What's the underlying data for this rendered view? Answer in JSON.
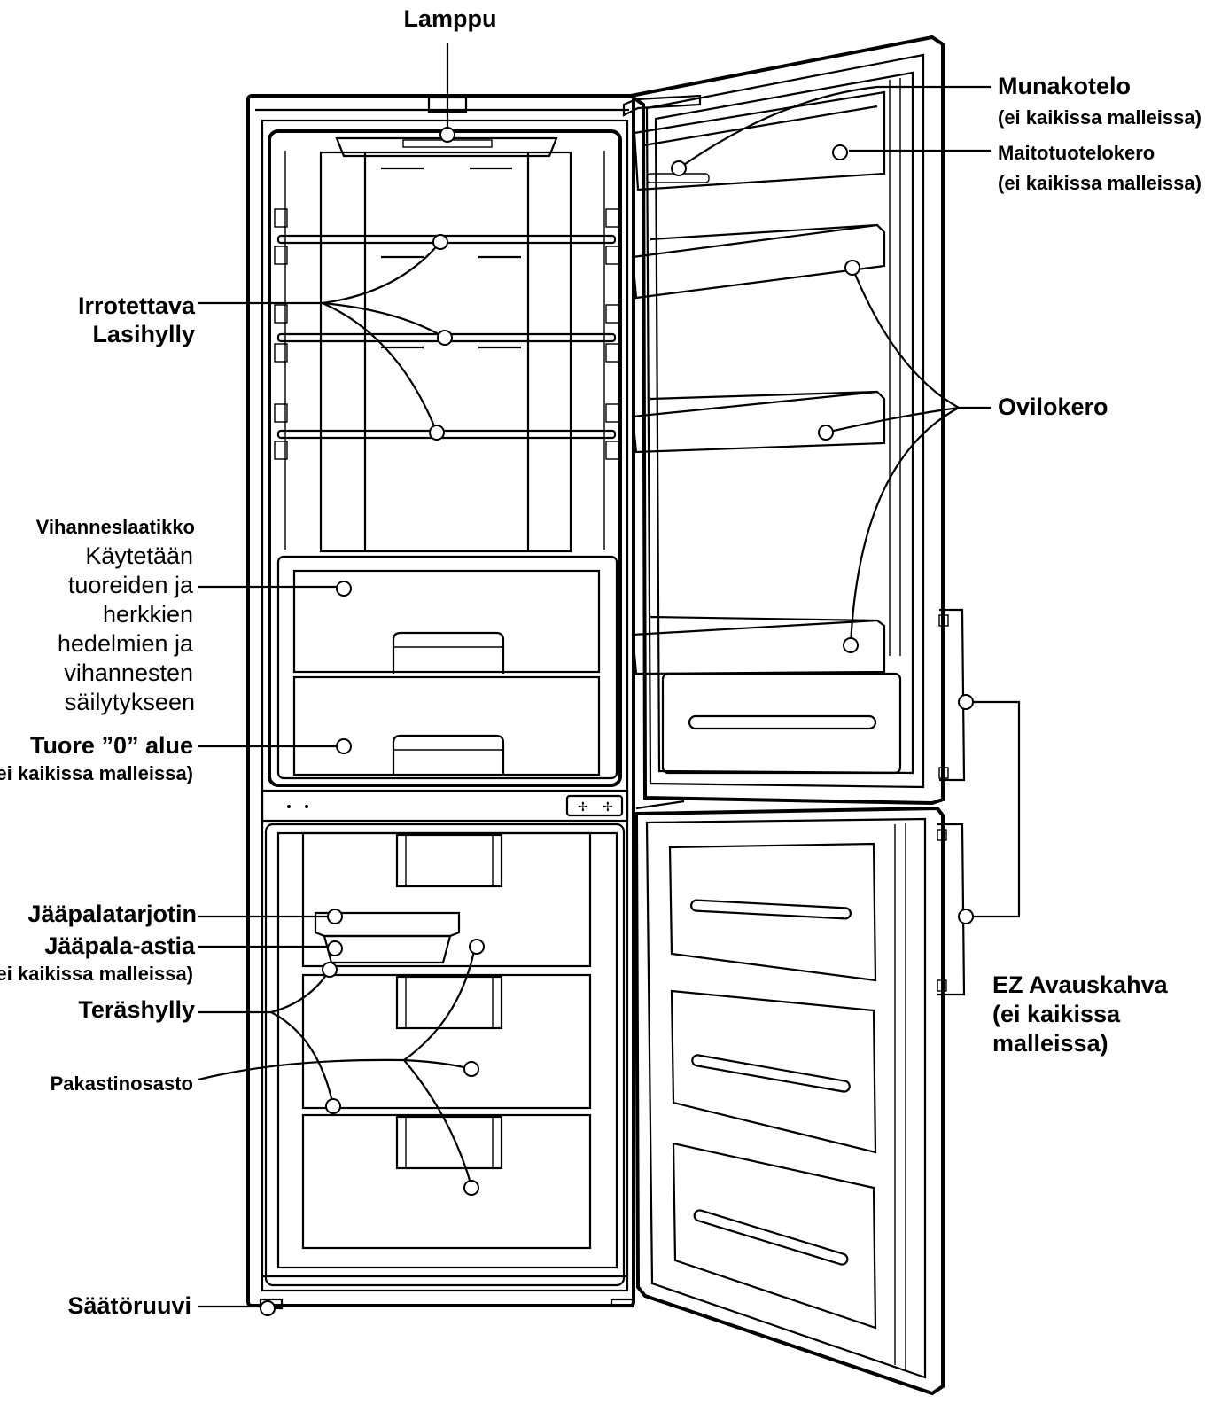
{
  "labels": {
    "lamppu": "Lamppu",
    "munakotelo": "Munakotelo",
    "munakotelo_note": "(ei kaikissa malleissa)",
    "maitotuotelokero": "Maitotuotelokero",
    "maitotuotelokero_note": "(ei kaikissa malleissa)",
    "irrotettava_1": "Irrotettava",
    "irrotettava_2": "Lasihylly",
    "ovilokero": "Ovilokero",
    "vihanneslaatikko": "Vihanneslaatikko",
    "vihannes_desc": [
      "Käytetään",
      "tuoreiden ja",
      "herkkien",
      "hedelmien ja",
      "vihannesten",
      "säilytykseen"
    ],
    "tuore": "Tuore ”0” alue",
    "tuore_note": "(ei kaikissa malleissa)",
    "jaapalatarjotin": "Jääpalatarjotin",
    "jaapala_astia": "Jääpala-astia",
    "jaapala_astia_note": "(ei kaikissa malleissa)",
    "terashylly": "Teräshylly",
    "pakastinosasto": "Pakastinosasto",
    "saatoruuvi": "Säätöruuvi",
    "ez_1": "EZ Avauskahva",
    "ez_2": "(ei kaikissa",
    "ez_3": "malleissa)"
  }
}
